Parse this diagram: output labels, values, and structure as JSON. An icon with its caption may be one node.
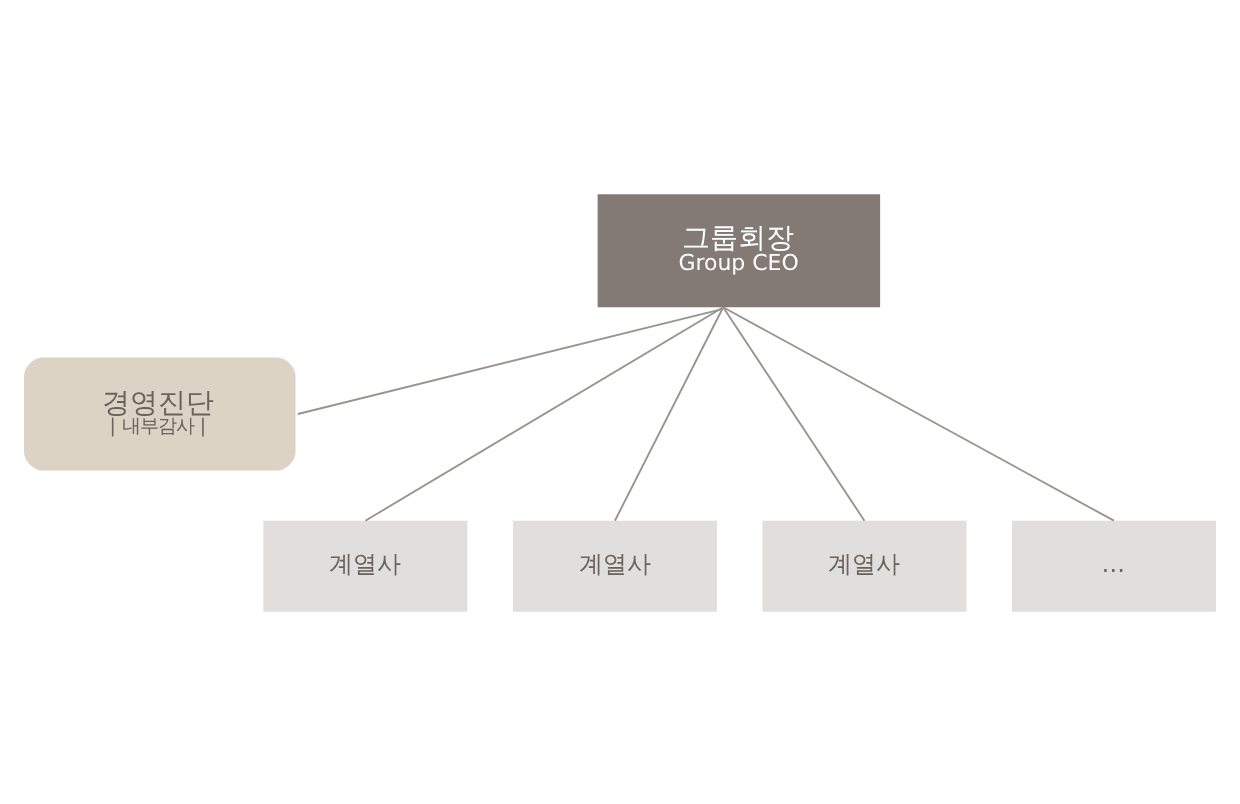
{
  "diagram": {
    "nodes": [
      {
        "text": [
          "그룹회장",
          "Group CEO"
        ]
      },
      {
        "text": [
          "경영진단",
          "| 내부감사 |"
        ]
      },
      {
        "text": [
          "계열사"
        ]
      },
      {
        "text": [
          "계열사"
        ]
      },
      {
        "text": [
          "계열사"
        ]
      },
      {
        "text": [
          "…"
        ]
      }
    ],
    "edges": [
      {
        "from": 0,
        "to": 1,
        "arrow": "none"
      },
      {
        "from": 0,
        "to": 2,
        "arrow": "none"
      },
      {
        "from": 0,
        "to": 3,
        "arrow": "none"
      },
      {
        "from": 0,
        "to": 4,
        "arrow": "none"
      },
      {
        "from": 0,
        "to": 5,
        "arrow": "none"
      }
    ]
  }
}
